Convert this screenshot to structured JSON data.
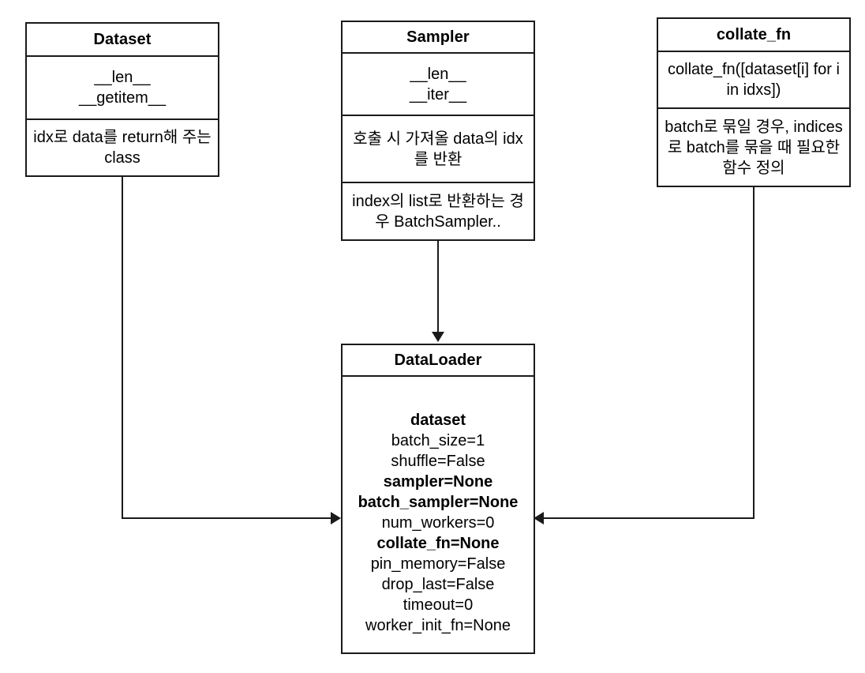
{
  "diagram": {
    "title": "PyTorch DataLoader component diagram",
    "background": "#ffffff",
    "stroke": "#1a1a1a"
  },
  "nodes": {
    "dataset": {
      "title": "Dataset",
      "methods": [
        "__len__",
        "__getitem__"
      ],
      "description": "idx로  data를 return해 주는 class"
    },
    "sampler": {
      "title": "Sampler",
      "methods": [
        "__len__",
        "__iter__"
      ],
      "description": "호출 시 가져올 data의 idx를 반환",
      "note": "index의 list로 반환하는 경우 BatchSampler.."
    },
    "collate_fn": {
      "title": "collate_fn",
      "signature": "collate_fn([dataset[i] for i in idxs])",
      "description": "batch로 묶일 경우, indices로 batch를 묶을 때 필요한 함수 정의"
    },
    "dataloader": {
      "title": "DataLoader",
      "params": [
        {
          "text": "dataset",
          "bold": true
        },
        {
          "text": "batch_size=1",
          "bold": false
        },
        {
          "text": "shuffle=False",
          "bold": false
        },
        {
          "text": "sampler=None",
          "bold": true
        },
        {
          "text": "batch_sampler=None",
          "bold": true
        },
        {
          "text": "num_workers=0",
          "bold": false
        },
        {
          "text": "collate_fn=None",
          "bold": true
        },
        {
          "text": "pin_memory=False",
          "bold": false
        },
        {
          "text": "drop_last=False",
          "bold": false
        },
        {
          "text": "timeout=0",
          "bold": false
        },
        {
          "text": "worker_init_fn=None",
          "bold": false
        }
      ]
    }
  },
  "edges": [
    {
      "name": "dataset-to-dataloader",
      "from": "dataset",
      "to": "dataloader",
      "arrow": "right"
    },
    {
      "name": "sampler-to-dataloader",
      "from": "sampler",
      "to": "dataloader",
      "arrow": "down"
    },
    {
      "name": "collate-fn-to-dataloader",
      "from": "collate_fn",
      "to": "dataloader",
      "arrow": "left"
    }
  ]
}
